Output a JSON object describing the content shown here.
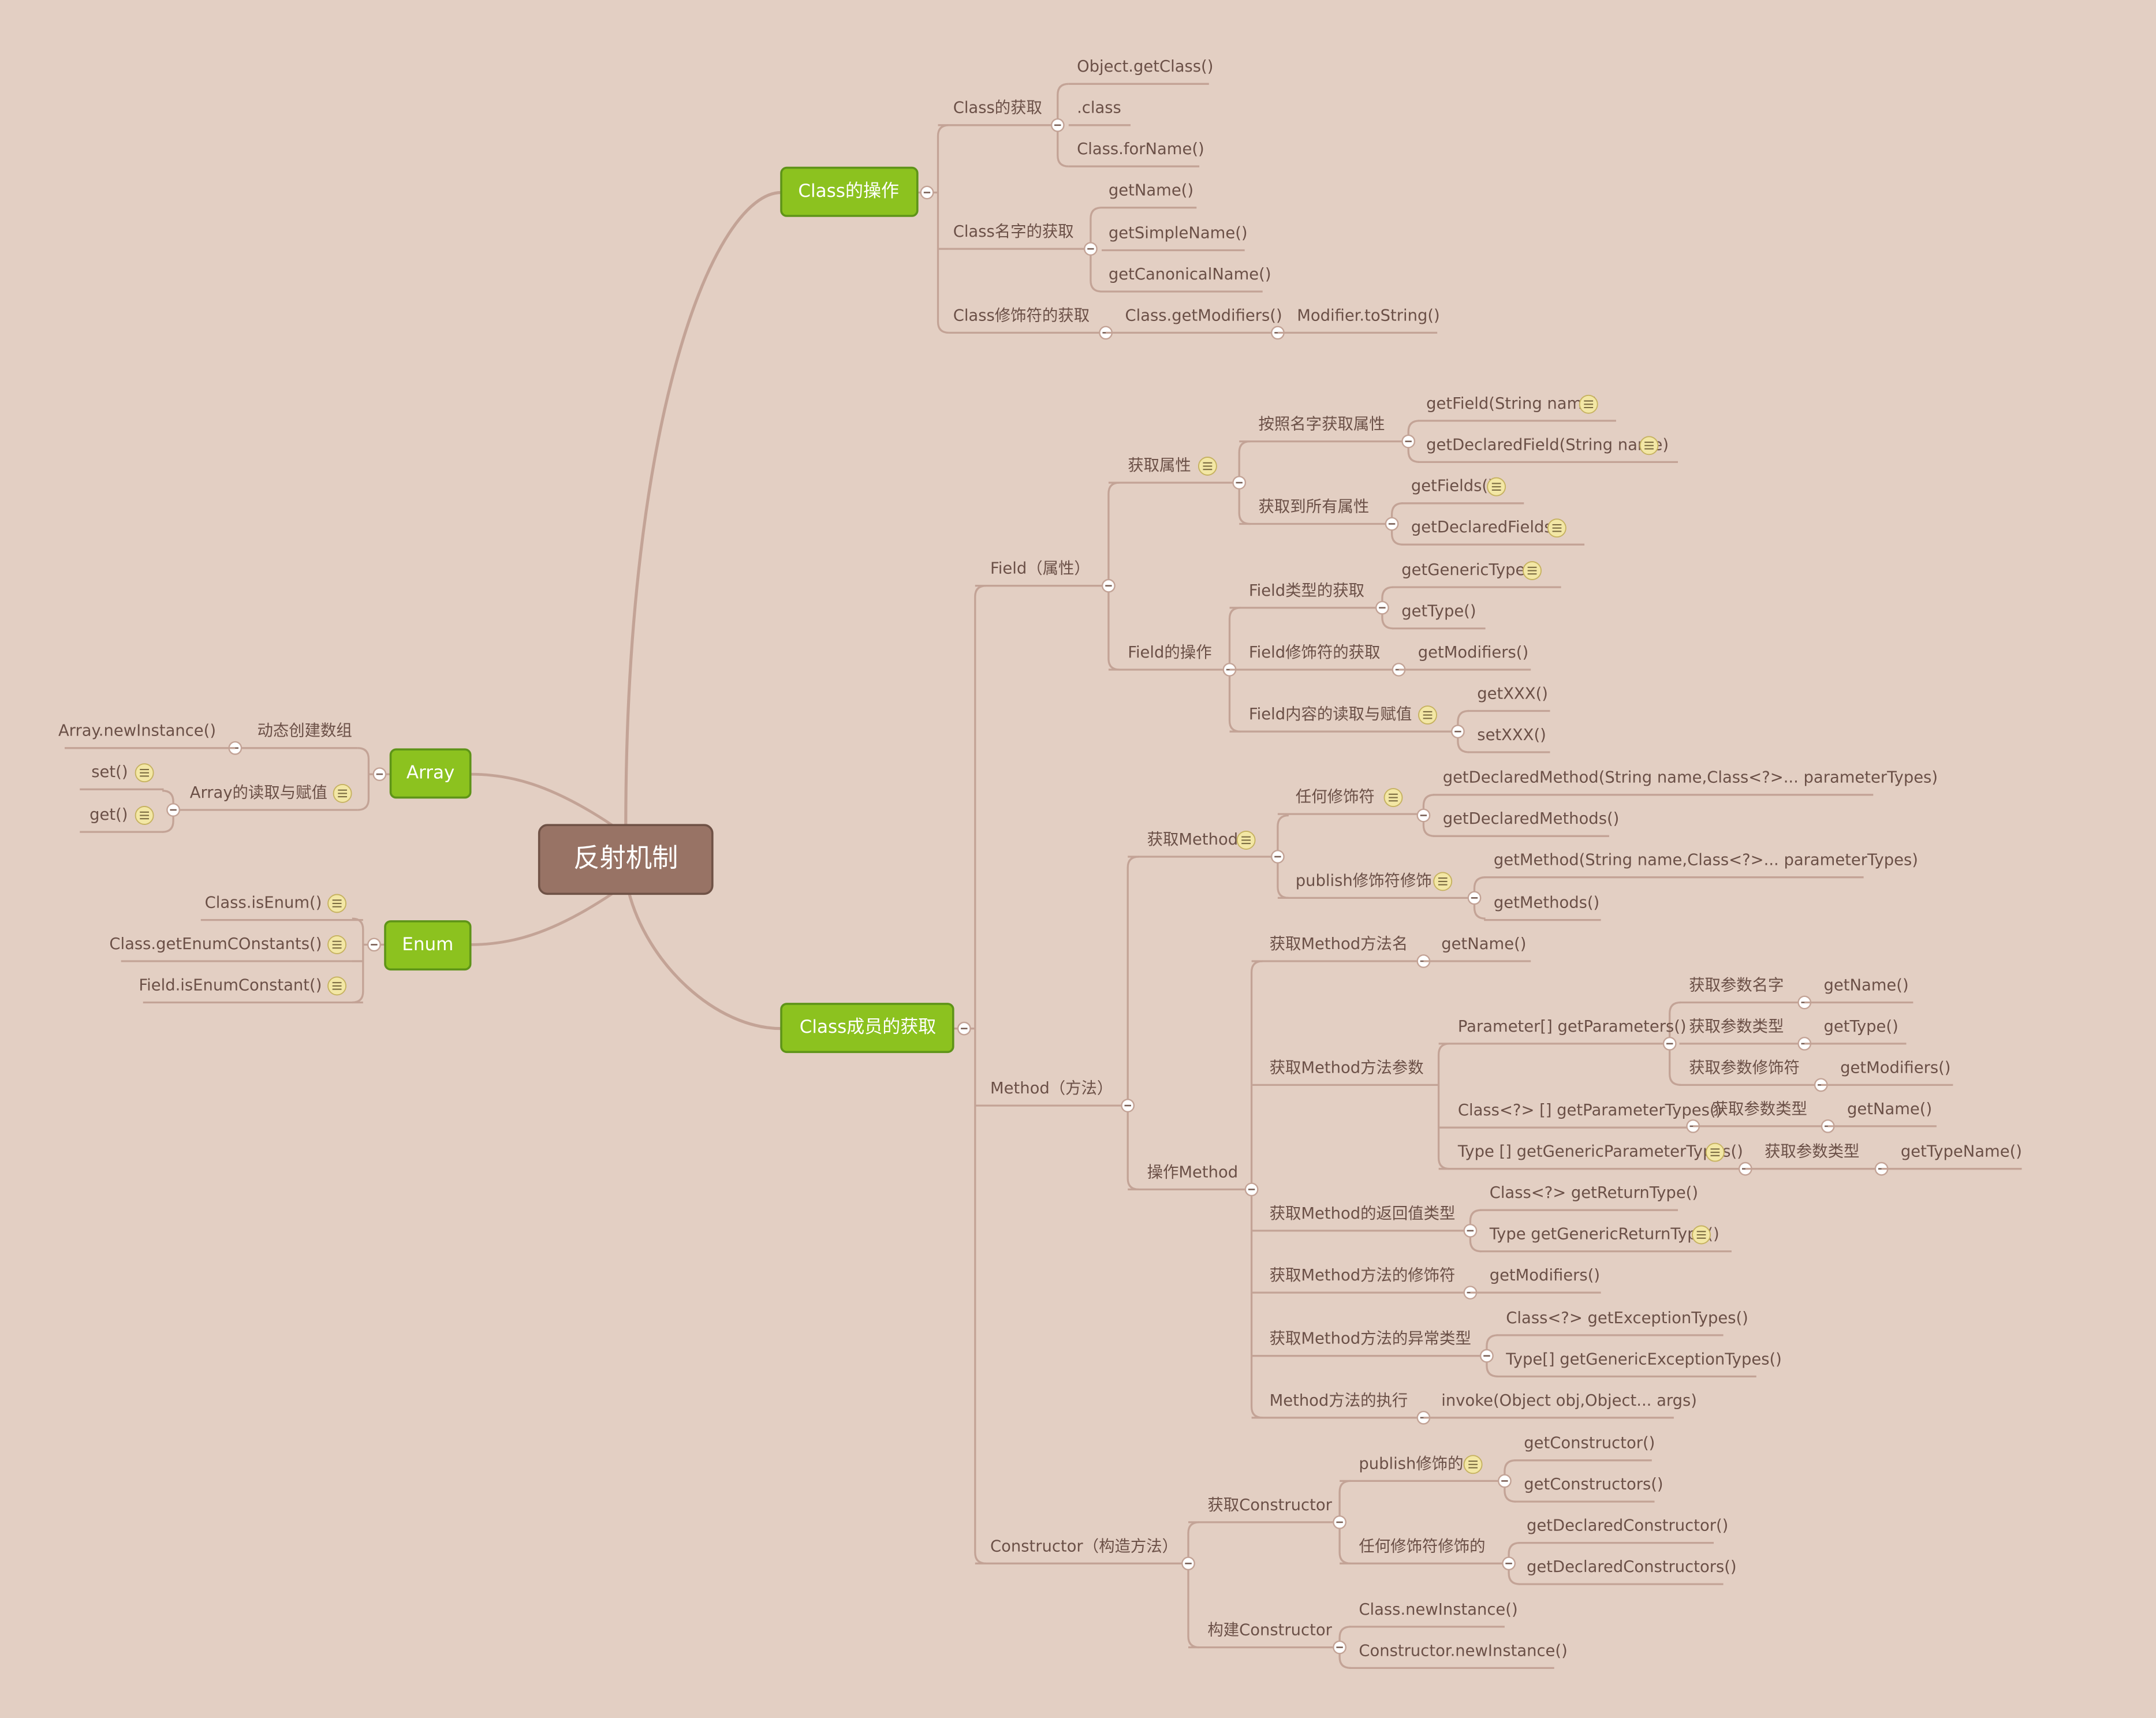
{
  "colors": {
    "background": "#e3cfc3",
    "line": "#c3a396",
    "text": "#6b5047",
    "root_fill": "#987365",
    "root_stroke": "#6f5246",
    "root_text": "#ffffff",
    "l1_fill": "#8cc21f",
    "l1_stroke": "#5e9418",
    "l1_text": "#ffffff",
    "note_fill": "#f3e7a5",
    "note_stroke": "#c6b260",
    "collapse_fill": "#ffffff"
  },
  "root": "反射机制",
  "branches": {
    "class_ops": {
      "label": "Class的操作",
      "items": {
        "get_class": {
          "label": "Class的获取",
          "items": [
            "Object.getClass()",
            ".class",
            "Class.forName()"
          ]
        },
        "class_name": {
          "label": "Class名字的获取",
          "items": [
            "getName()",
            "getSimpleName()",
            "getCanonicalName()"
          ]
        },
        "class_mod": {
          "label": "Class修饰符的获取",
          "child": "Class.getModifiers()",
          "grandchild": "Modifier.toString()"
        }
      }
    },
    "members": {
      "label": "Class成员的获取",
      "field": {
        "label": "Field（属性）",
        "get_attr": {
          "label": "获取属性",
          "by_name": {
            "label": "按照名字获取属性",
            "items": [
              "getField(String name)",
              "getDeclaredField(String name)"
            ]
          },
          "all": {
            "label": "获取到所有属性",
            "items": [
              "getFields()",
              "getDeclaredFields()"
            ]
          }
        },
        "ops": {
          "label": "Field的操作",
          "type": {
            "label": "Field类型的获取",
            "items": [
              "getGenericType()",
              "getType()"
            ]
          },
          "mod": {
            "label": "Field修饰符的获取",
            "child": "getModifiers()"
          },
          "rw": {
            "label": "Field内容的读取与赋值",
            "items": [
              "getXXX()",
              "setXXX()"
            ]
          }
        }
      },
      "method": {
        "label": "Method（方法）",
        "get": {
          "label": "获取Method",
          "any": {
            "label": "任何修饰符",
            "items": [
              "getDeclaredMethod(String name,Class<?>... parameterTypes)",
              "getDeclaredMethods()"
            ]
          },
          "public": {
            "label": "publish修饰符修饰",
            "items": [
              "getMethod(String name,Class<?>... parameterTypes)",
              "getMethods()"
            ]
          }
        },
        "ops": {
          "label": "操作Method",
          "name": {
            "label": "获取Method方法名",
            "child": "getName()"
          },
          "params": {
            "label": "获取Method方法参数",
            "p1": {
              "label": "Parameter[] getParameters()",
              "items": [
                {
                  "label": "获取参数名字",
                  "child": "getName()"
                },
                {
                  "label": "获取参数类型",
                  "child": "getType()"
                },
                {
                  "label": "获取参数修饰符",
                  "child": "getModifiers()"
                }
              ]
            },
            "p2": {
              "label": "Class<?> [] getParameterTypes()",
              "mid": "获取参数类型",
              "child": "getName()"
            },
            "p3": {
              "label": "Type [] getGenericParameterTypes()",
              "mid": "获取参数类型",
              "child": "getTypeName()"
            }
          },
          "ret": {
            "label": "获取Method的返回值类型",
            "items": [
              "Class<?> getReturnType()",
              "Type getGenericReturnType()"
            ]
          },
          "mod": {
            "label": "获取Method方法的修饰符",
            "child": "getModifiers()"
          },
          "exc": {
            "label": "获取Method方法的异常类型",
            "items": [
              "Class<?>  getExceptionTypes()",
              "Type[] getGenericExceptionTypes()"
            ]
          },
          "exec": {
            "label": "Method方法的执行",
            "child": "invoke(Object obj,Object... args)"
          }
        }
      },
      "constructor": {
        "label": "Constructor（构造方法）",
        "get": {
          "label": "获取Constructor",
          "public": {
            "label": "publish修饰的",
            "items": [
              "getConstructor()",
              "getConstructors()"
            ]
          },
          "any": {
            "label": "任何修饰符修饰的",
            "items": [
              "getDeclaredConstructor()",
              "getDeclaredConstructors()"
            ]
          }
        },
        "build": {
          "label": "构建Constructor",
          "items": [
            "Class.newInstance()",
            "Constructor.newInstance()"
          ]
        }
      }
    },
    "array": {
      "label": "Array",
      "dyn": {
        "label": "动态创建数组",
        "child": "Array.newInstance()"
      },
      "rw": {
        "label": "Array的读取与赋值",
        "items": [
          "set()",
          "get()"
        ]
      }
    },
    "enum": {
      "label": "Enum",
      "items": [
        "Class.isEnum()",
        "Class.getEnumCOnstants()",
        "Field.isEnumConstant()"
      ]
    }
  }
}
